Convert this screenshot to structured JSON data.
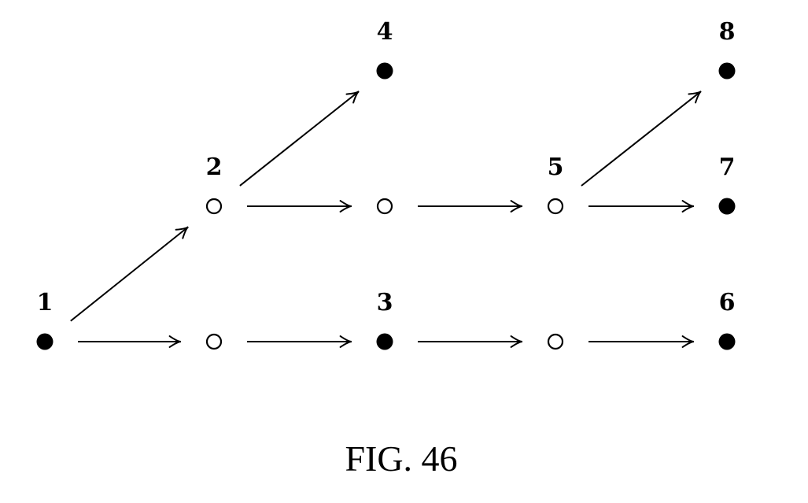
{
  "figure": {
    "caption": "FIG. 46",
    "nodes": [
      {
        "id": "n1",
        "label": "1",
        "filled": true
      },
      {
        "id": "o1",
        "label": "",
        "filled": false
      },
      {
        "id": "n3",
        "label": "3",
        "filled": true
      },
      {
        "id": "o3",
        "label": "",
        "filled": false
      },
      {
        "id": "n6",
        "label": "6",
        "filled": true
      },
      {
        "id": "n2",
        "label": "2",
        "filled": false
      },
      {
        "id": "o2",
        "label": "",
        "filled": false
      },
      {
        "id": "n5",
        "label": "5",
        "filled": false
      },
      {
        "id": "n7",
        "label": "7",
        "filled": true
      },
      {
        "id": "n4",
        "label": "4",
        "filled": true
      },
      {
        "id": "n8",
        "label": "8",
        "filled": true
      }
    ],
    "edges": [
      {
        "from": "n1",
        "to": "o1"
      },
      {
        "from": "o1",
        "to": "n3"
      },
      {
        "from": "n3",
        "to": "o3"
      },
      {
        "from": "o3",
        "to": "n6"
      },
      {
        "from": "n1",
        "to": "n2"
      },
      {
        "from": "n2",
        "to": "o2"
      },
      {
        "from": "o2",
        "to": "n5"
      },
      {
        "from": "n5",
        "to": "n7"
      },
      {
        "from": "n2",
        "to": "n4"
      },
      {
        "from": "n5",
        "to": "n8"
      }
    ]
  }
}
